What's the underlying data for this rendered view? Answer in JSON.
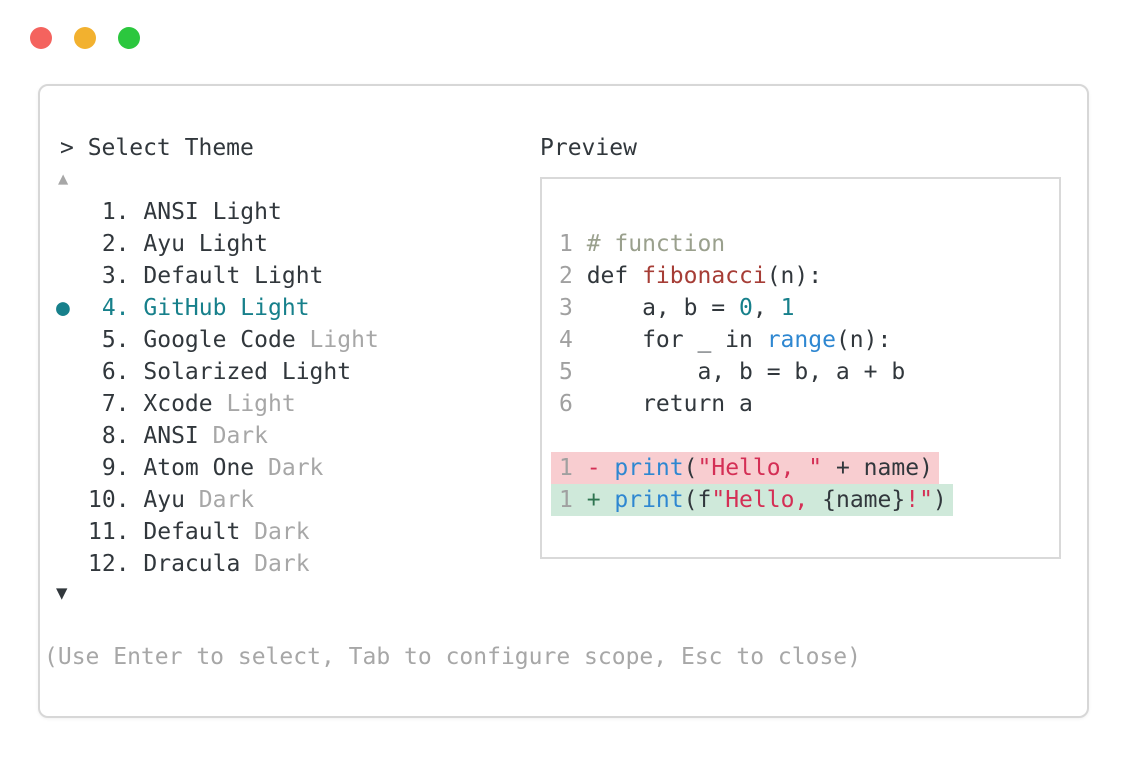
{
  "colors": {
    "traffic_red": "#f4635e",
    "traffic_yellow": "#f2b12f",
    "traffic_green": "#2bc73e",
    "panel_border": "#d7d7d7",
    "preview_border": "#d9d9d9",
    "fg": "#31373c",
    "dim": "#a7a7a7",
    "linenum": "#a0a0a0",
    "accent": "#17808b",
    "comment": "#9aa08d",
    "func_red": "#a63d36",
    "num_teal": "#17808b",
    "kw_blue": "#2e87d1",
    "str_crimson": "#d42f55",
    "plus_green": "#2e7450",
    "removed_bg": "#f8cdd0",
    "added_bg": "#cfe9da"
  },
  "prompt": {
    "text": "> Select Theme"
  },
  "scroll": {
    "up": "▲",
    "down": "▼"
  },
  "theme_list": {
    "bullet": "●",
    "selected_number": "4.",
    "items": [
      {
        "num": "1.",
        "name": "ANSI Light",
        "dim": "",
        "selected": false
      },
      {
        "num": "2.",
        "name": "Ayu Light",
        "dim": "",
        "selected": false
      },
      {
        "num": "3.",
        "name": "Default Light",
        "dim": "",
        "selected": false
      },
      {
        "num": "4.",
        "name": "GitHub Light",
        "dim": "",
        "selected": true
      },
      {
        "num": "5.",
        "name": "Google Code",
        "dim": " Light",
        "selected": false
      },
      {
        "num": "6.",
        "name": "Solarized Light",
        "dim": "",
        "selected": false
      },
      {
        "num": "7.",
        "name": "Xcode",
        "dim": " Light",
        "selected": false
      },
      {
        "num": "8.",
        "name": "ANSI",
        "dim": " Dark",
        "selected": false
      },
      {
        "num": "9.",
        "name": "Atom One",
        "dim": " Dark",
        "selected": false
      },
      {
        "num": "10.",
        "name": "Ayu",
        "dim": " Dark",
        "selected": false
      },
      {
        "num": "11.",
        "name": "Default",
        "dim": " Dark",
        "selected": false
      },
      {
        "num": "12.",
        "name": "Dracula",
        "dim": " Dark",
        "selected": false
      }
    ]
  },
  "preview": {
    "label": "Preview",
    "code_lines": [
      {
        "num": "1",
        "bg": "none",
        "tokens": [
          {
            "t": "# function",
            "c": "comment"
          }
        ]
      },
      {
        "num": "2",
        "bg": "none",
        "tokens": [
          {
            "t": "def ",
            "c": "fg"
          },
          {
            "t": "fibonacci",
            "c": "red"
          },
          {
            "t": "(n):",
            "c": "fg"
          }
        ]
      },
      {
        "num": "3",
        "bg": "none",
        "tokens": [
          {
            "t": "    a, b = ",
            "c": "fg"
          },
          {
            "t": "0",
            "c": "teal"
          },
          {
            "t": ", ",
            "c": "fg"
          },
          {
            "t": "1",
            "c": "teal"
          }
        ]
      },
      {
        "num": "4",
        "bg": "none",
        "tokens": [
          {
            "t": "    for _ in ",
            "c": "fg"
          },
          {
            "t": "range",
            "c": "blue"
          },
          {
            "t": "(n):",
            "c": "fg"
          }
        ]
      },
      {
        "num": "5",
        "bg": "none",
        "tokens": [
          {
            "t": "        a, b = b, a + b",
            "c": "fg"
          }
        ]
      },
      {
        "num": "6",
        "bg": "none",
        "tokens": [
          {
            "t": "    return a",
            "c": "fg"
          }
        ]
      },
      {
        "num": "",
        "bg": "none",
        "tokens": []
      },
      {
        "num": "1",
        "bg": "removed",
        "tokens": [
          {
            "t": "- ",
            "c": "crimson"
          },
          {
            "t": "print",
            "c": "blue"
          },
          {
            "t": "(",
            "c": "fg"
          },
          {
            "t": "\"Hello, \"",
            "c": "crimson"
          },
          {
            "t": " + name",
            "c": "fg"
          },
          {
            "t": ")",
            "c": "fg"
          }
        ]
      },
      {
        "num": "1",
        "bg": "added",
        "tokens": [
          {
            "t": "+ ",
            "c": "plus"
          },
          {
            "t": "print",
            "c": "blue"
          },
          {
            "t": "(f",
            "c": "fg"
          },
          {
            "t": "\"Hello, ",
            "c": "crimson"
          },
          {
            "t": "{name}",
            "c": "fg"
          },
          {
            "t": "!\"",
            "c": "crimson"
          },
          {
            "t": ")",
            "c": "fg"
          }
        ]
      }
    ]
  },
  "help": {
    "text": "(Use Enter to select, Tab to configure scope, Esc to close)"
  }
}
